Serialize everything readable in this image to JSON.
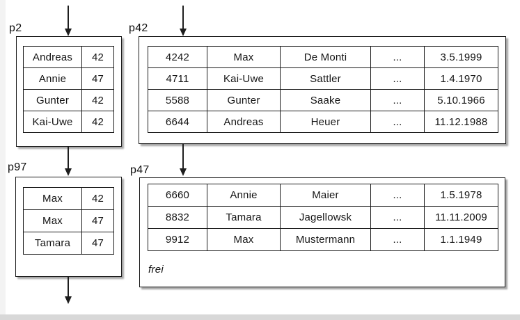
{
  "colors": {
    "background": "#ffffff",
    "border": "#1a1a1a",
    "text": "#141414",
    "left_strip": "#f3f3f3",
    "bottom_bar": "#d8d8d8"
  },
  "pages": {
    "p2": {
      "label": "p2",
      "rows": [
        [
          "Andreas",
          "42"
        ],
        [
          "Annie",
          "47"
        ],
        [
          "Gunter",
          "42"
        ],
        [
          "Kai-Uwe",
          "42"
        ]
      ]
    },
    "p42": {
      "label": "p42",
      "rows": [
        [
          "4242",
          "Max",
          "De Monti",
          "...",
          "3.5.1999"
        ],
        [
          "4711",
          "Kai-Uwe",
          "Sattler",
          "...",
          "1.4.1970"
        ],
        [
          "5588",
          "Gunter",
          "Saake",
          "...",
          "5.10.1966"
        ],
        [
          "6644",
          "Andreas",
          "Heuer",
          "...",
          "11.12.1988"
        ]
      ]
    },
    "p97": {
      "label": "p97",
      "rows": [
        [
          "Max",
          "42"
        ],
        [
          "Max",
          "47"
        ],
        [
          "Tamara",
          "47"
        ]
      ]
    },
    "p47": {
      "label": "p47",
      "rows": [
        [
          "6660",
          "Annie",
          "Maier",
          "...",
          "1.5.1978"
        ],
        [
          "8832",
          "Tamara",
          "Jagellowsk",
          "...",
          "11.11.2009"
        ],
        [
          "9912",
          "Max",
          "Mustermann",
          "...",
          "1.1.1949"
        ]
      ],
      "free_label": "frei"
    }
  }
}
